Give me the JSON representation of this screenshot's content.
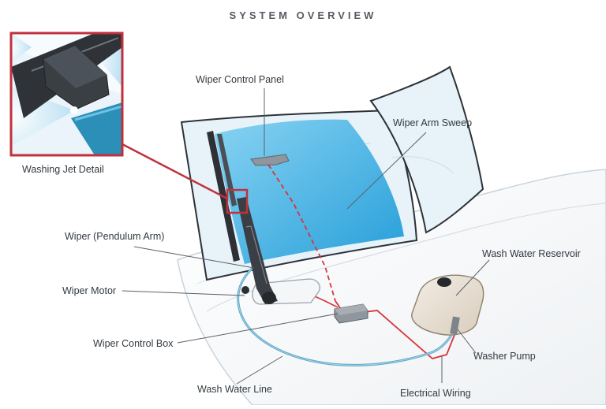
{
  "title": "SYSTEM OVERVIEW",
  "labels": {
    "washing_jet_detail": "Washing Jet Detail",
    "wiper_control_panel": "Wiper Control Panel",
    "wiper_arm_sweep": "Wiper Arm Sweep",
    "wiper_pendulum_arm": "Wiper (Pendulum Arm)",
    "wiper_motor": "Wiper Motor",
    "wiper_control_box": "Wiper Control Box",
    "wash_water_line": "Wash Water Line",
    "electrical_wiring": "Electrical Wiring",
    "washer_pump": "Washer Pump",
    "wash_water_reservoir": "Wash Water Reservoir"
  },
  "colors": {
    "callout_red": "#c0313c",
    "wiring_red": "#d9343a",
    "glass": "#e6f2f9",
    "sweep_blue": "#2aa6de",
    "water_line": "#5da7c7",
    "reservoir": "#e8dfd3"
  },
  "icons": {
    "detail_view": "washing-jet-detail-illustration"
  }
}
